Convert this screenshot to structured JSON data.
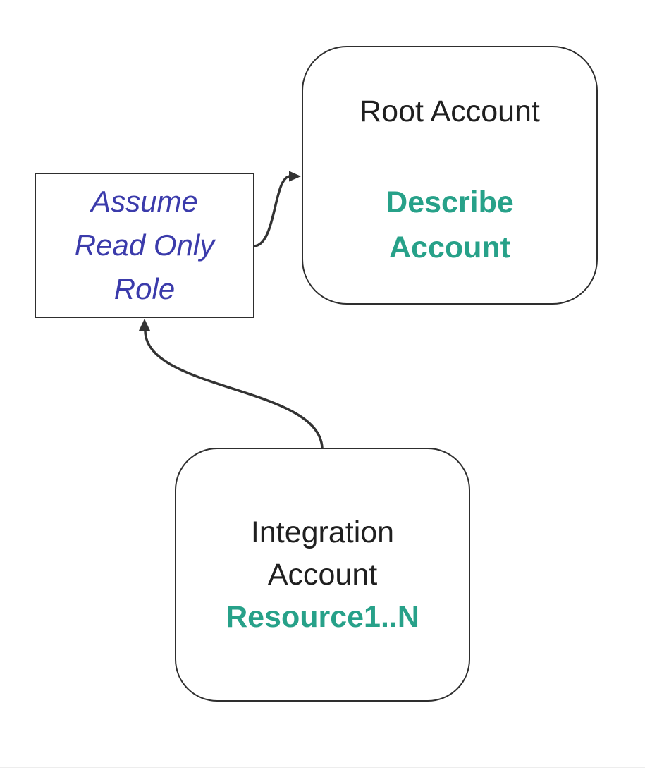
{
  "diagram": {
    "colors": {
      "accent_teal": "#27a189",
      "accent_blue": "#3b3bab",
      "node_border": "#2e2e2e",
      "edge_stroke": "#333333",
      "text": "#1f1f1f",
      "background": "#ffffff"
    },
    "nodes": {
      "assume_role": {
        "lines": [
          "Assume",
          "Read Only",
          "Role"
        ]
      },
      "root_account": {
        "title": "Root Account",
        "action_lines": [
          "Describe",
          "Account"
        ]
      },
      "integration_account": {
        "title_lines": [
          "Integration",
          "Account"
        ],
        "resources": "Resource1..N"
      }
    },
    "edges": [
      {
        "from": "assume_role",
        "to": "root_account",
        "direction": "arrow-into-left-side-of-root-account"
      },
      {
        "from": "integration_account",
        "to": "assume_role",
        "direction": "arrow-into-bottom-of-assume-role"
      }
    ]
  }
}
